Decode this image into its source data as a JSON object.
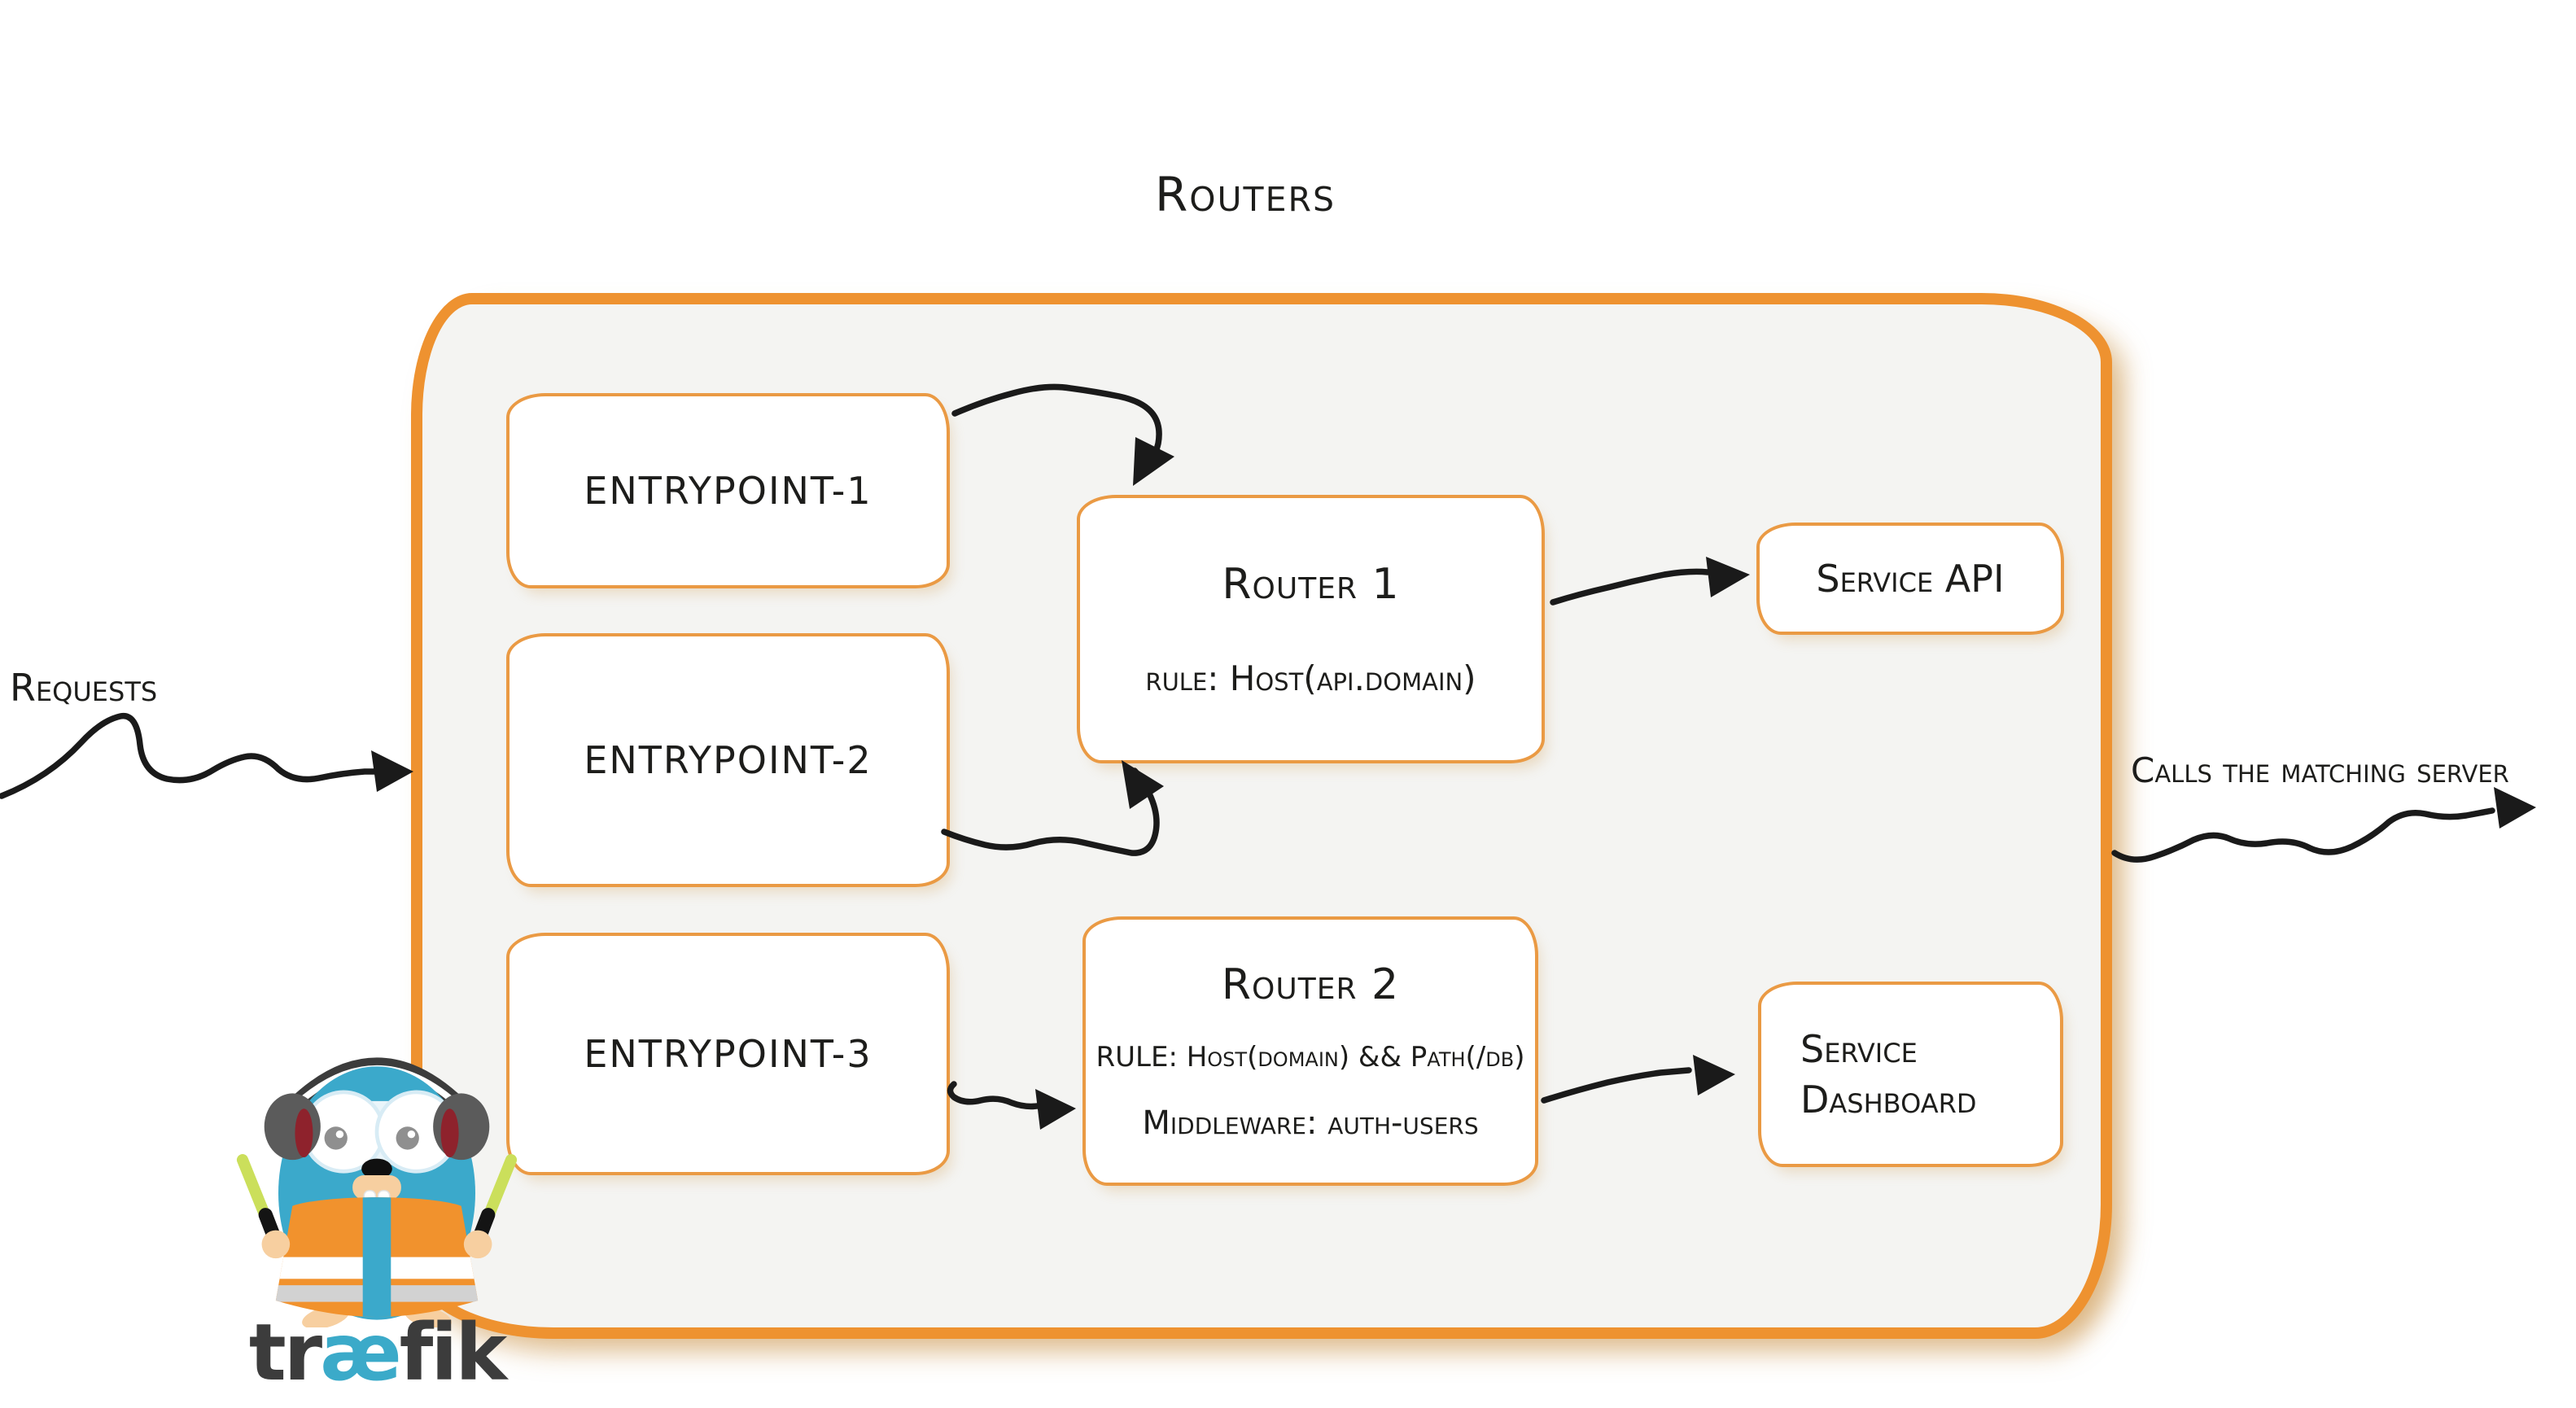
{
  "diagram": {
    "title": "Routers",
    "outside": {
      "requests_label": "Requests",
      "calls_label": "Calls the matching server"
    },
    "entrypoints": [
      {
        "label": "entrypoint-1"
      },
      {
        "label": "entrypoint-2"
      },
      {
        "label": "entrypoint-3"
      }
    ],
    "routers": [
      {
        "title": "Router 1",
        "rule": "rule: Host(api.domain)"
      },
      {
        "title": "Router 2",
        "rule": "RULE: Host(domain) && Path(/db)",
        "middleware": "Middleware: auth-users"
      }
    ],
    "services": [
      {
        "label": "Service API"
      },
      {
        "line1": "Service",
        "line2": "Dashboard"
      }
    ],
    "connections": [
      "requests -> container",
      "entrypoint-1 -> router-1",
      "entrypoint-2 -> router-1",
      "entrypoint-3 -> router-2",
      "router-1 -> service-api",
      "router-2 -> service-dashboard",
      "container -> calls-the-matching-server"
    ],
    "colors": {
      "container_border": "#EE9230",
      "box_border": "#EA9A44",
      "container_fill": "#F4F4F2",
      "arrow_black": "#1A1A1A",
      "gopher_teal": "#3BA9CB",
      "vest_orange": "#F1922D",
      "stick_green": "#CBDF5B",
      "logo_gray": "#3C3C3C"
    }
  },
  "logo": {
    "tr": "tr",
    "ae": "æ",
    "fik": "fik"
  }
}
